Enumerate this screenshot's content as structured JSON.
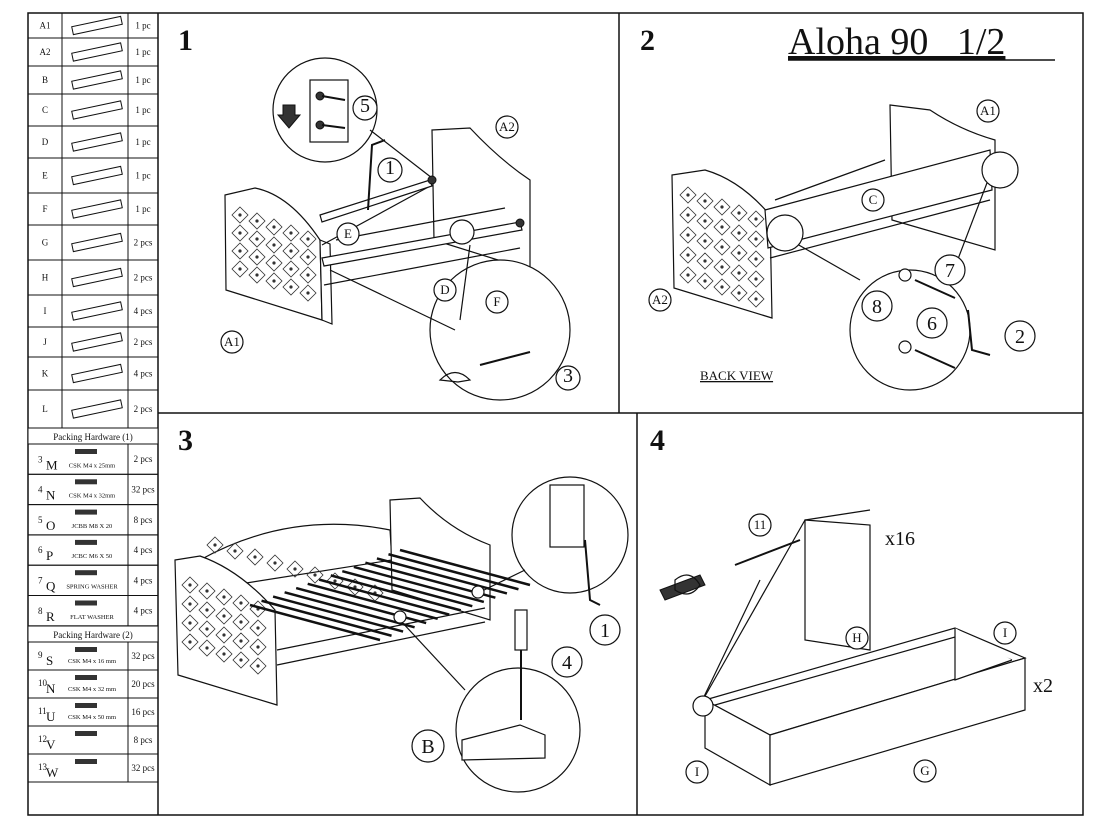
{
  "title": "Aloha 90   1/2",
  "parts_table": {
    "rows": [
      {
        "code": "A1",
        "qty": "1 pc"
      },
      {
        "code": "A2",
        "qty": "1 pc"
      },
      {
        "code": "B",
        "qty": "1 pc"
      },
      {
        "code": "C",
        "qty": "1 pc"
      },
      {
        "code": "D",
        "qty": "1 pc"
      },
      {
        "code": "E",
        "qty": "1 pc"
      },
      {
        "code": "F",
        "qty": "1 pc"
      },
      {
        "code": "G",
        "qty": "2 pcs"
      },
      {
        "code": "H",
        "qty": "2 pcs"
      },
      {
        "code": "I",
        "qty": "4 pcs"
      },
      {
        "code": "J",
        "qty": "2 pcs"
      },
      {
        "code": "K",
        "qty": "4 pcs"
      },
      {
        "code": "L",
        "qty": "2 pcs"
      }
    ]
  },
  "hardware_1": {
    "header": "Packing Hardware (1)",
    "rows": [
      {
        "num": "3",
        "code": "M",
        "desc": "CSK M4 x 25mm",
        "qty": "2 pcs"
      },
      {
        "num": "4",
        "code": "N",
        "desc": "CSK M4 x 32mm",
        "qty": "32 pcs"
      },
      {
        "num": "5",
        "code": "O",
        "desc": "JCBB M8 X 20",
        "qty": "8 pcs"
      },
      {
        "num": "6",
        "code": "P",
        "desc": "JCBC M6 X 50",
        "qty": "4 pcs"
      },
      {
        "num": "7",
        "code": "Q",
        "desc": "SPRING WASHER",
        "qty": "4 pcs"
      },
      {
        "num": "8",
        "code": "R",
        "desc": "FLAT WASHER",
        "qty": "4 pcs"
      }
    ]
  },
  "hardware_2": {
    "header": "Packing Hardware (2)",
    "rows": [
      {
        "num": "9",
        "code": "S",
        "desc": "CSK M4 x 16 mm",
        "qty": "32 pcs"
      },
      {
        "num": "10",
        "code": "N",
        "desc": "CSK M4 x 32 mm",
        "qty": "20 pcs"
      },
      {
        "num": "11",
        "code": "U",
        "desc": "CSK M4 x 50 mm",
        "qty": "16 pcs"
      },
      {
        "num": "12",
        "code": "V",
        "desc": "",
        "qty": "8 pcs"
      },
      {
        "num": "13",
        "code": "W",
        "desc": "",
        "qty": "32 pcs"
      }
    ]
  },
  "steps": [
    {
      "number": "1",
      "labels": [
        "A2",
        "E",
        "D",
        "F",
        "A1"
      ],
      "callouts": [
        "5",
        "1",
        "3"
      ]
    },
    {
      "number": "2",
      "labels": [
        "A1",
        "C",
        "A2"
      ],
      "callouts": [
        "7",
        "8",
        "6",
        "2"
      ],
      "caption": "BACK VIEW"
    },
    {
      "number": "3",
      "labels": [
        "B"
      ],
      "callouts": [
        "1",
        "4"
      ]
    },
    {
      "number": "4",
      "labels": [
        "H",
        "I",
        "I",
        "G"
      ],
      "callouts": [
        "11"
      ],
      "multipliers": [
        "x16",
        "x2"
      ]
    }
  ]
}
